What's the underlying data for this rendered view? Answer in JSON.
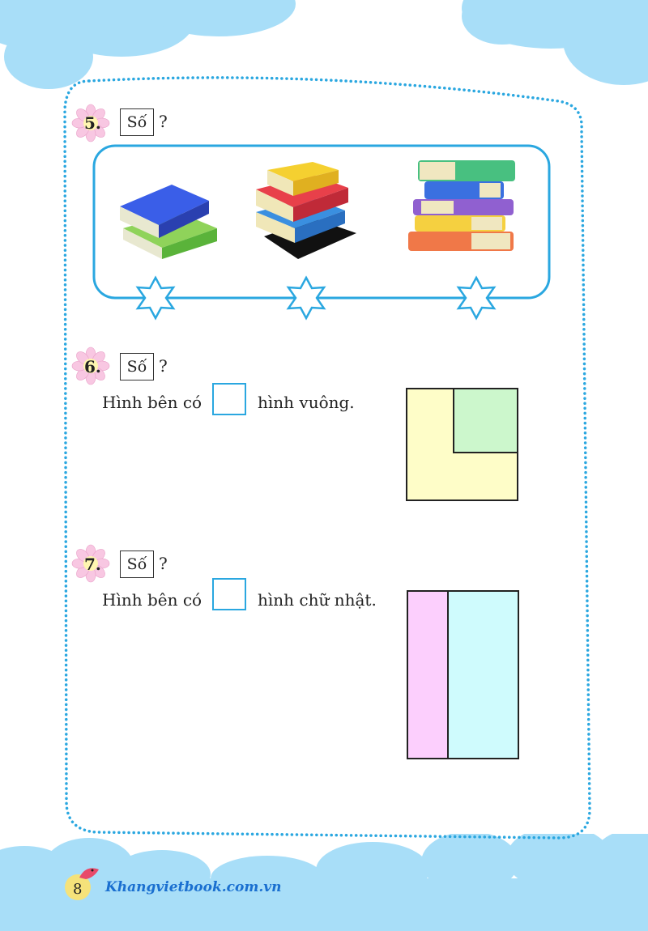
{
  "questions": [
    {
      "number": "5.",
      "box_label": "Số",
      "prompt_mark": "?"
    },
    {
      "number": "6.",
      "box_label": "Số",
      "prompt_mark": "?",
      "text_before": "Hình bên có",
      "text_after": "hình vuông."
    },
    {
      "number": "7.",
      "box_label": "Số",
      "prompt_mark": "?",
      "text_before": "Hình bên có",
      "text_after": "hình chữ nhật."
    }
  ],
  "footer": {
    "page_number": "8",
    "website": "Khangvietbook.com.vn"
  },
  "colors": {
    "border_blue": "#2aa7e0",
    "cloud_blue": "#a8def8",
    "square_yellow": "#fefdc8",
    "square_green": "#ccf7cc",
    "rect_pink": "#fccffd",
    "rect_cyan": "#cffbfd"
  }
}
